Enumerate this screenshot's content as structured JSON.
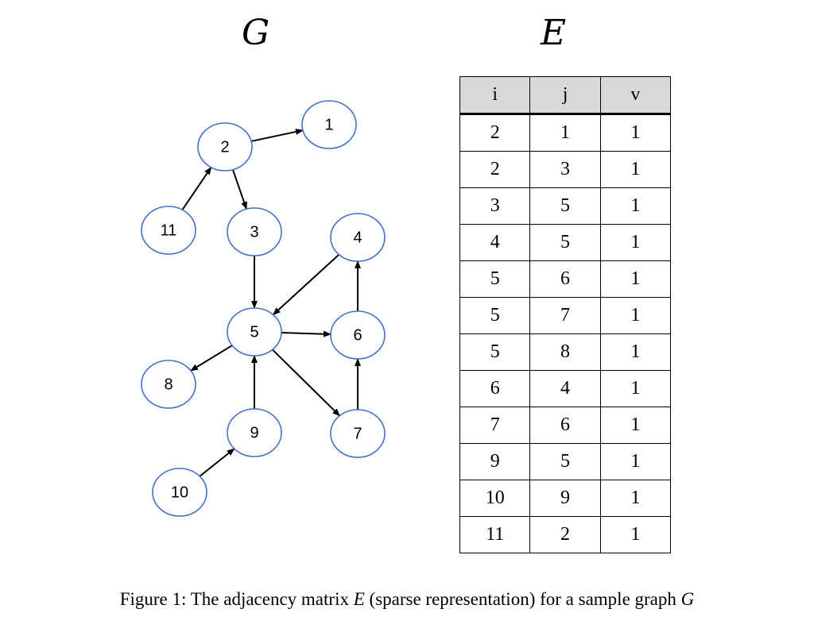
{
  "graph": {
    "title": "G",
    "nodes": [
      {
        "id": "1",
        "label": "1"
      },
      {
        "id": "2",
        "label": "2"
      },
      {
        "id": "3",
        "label": "3"
      },
      {
        "id": "4",
        "label": "4"
      },
      {
        "id": "5",
        "label": "5"
      },
      {
        "id": "6",
        "label": "6"
      },
      {
        "id": "7",
        "label": "7"
      },
      {
        "id": "8",
        "label": "8"
      },
      {
        "id": "9",
        "label": "9"
      },
      {
        "id": "10",
        "label": "10"
      },
      {
        "id": "11",
        "label": "11"
      }
    ],
    "edges": [
      {
        "from": "2",
        "to": "1"
      },
      {
        "from": "2",
        "to": "3"
      },
      {
        "from": "3",
        "to": "5"
      },
      {
        "from": "4",
        "to": "5"
      },
      {
        "from": "5",
        "to": "6"
      },
      {
        "from": "5",
        "to": "7"
      },
      {
        "from": "5",
        "to": "8"
      },
      {
        "from": "6",
        "to": "4"
      },
      {
        "from": "7",
        "to": "6"
      },
      {
        "from": "9",
        "to": "5"
      },
      {
        "from": "10",
        "to": "9"
      },
      {
        "from": "11",
        "to": "2"
      }
    ],
    "node_stroke_color": "#4472c4",
    "edge_color": "#000000"
  },
  "matrix": {
    "title": "E",
    "headers": [
      "i",
      "j",
      "v"
    ],
    "rows": [
      [
        "2",
        "1",
        "1"
      ],
      [
        "2",
        "3",
        "1"
      ],
      [
        "3",
        "5",
        "1"
      ],
      [
        "4",
        "5",
        "1"
      ],
      [
        "5",
        "6",
        "1"
      ],
      [
        "5",
        "7",
        "1"
      ],
      [
        "5",
        "8",
        "1"
      ],
      [
        "6",
        "4",
        "1"
      ],
      [
        "7",
        "6",
        "1"
      ],
      [
        "9",
        "5",
        "1"
      ],
      [
        "10",
        "9",
        "1"
      ],
      [
        "11",
        "2",
        "1"
      ]
    ],
    "header_background": "#d9d9d9"
  },
  "caption": {
    "prefix": "Figure 1: The adjacency matrix ",
    "var_e": "E",
    "middle": " (sparse representation) for a sample graph ",
    "var_g": "G"
  }
}
